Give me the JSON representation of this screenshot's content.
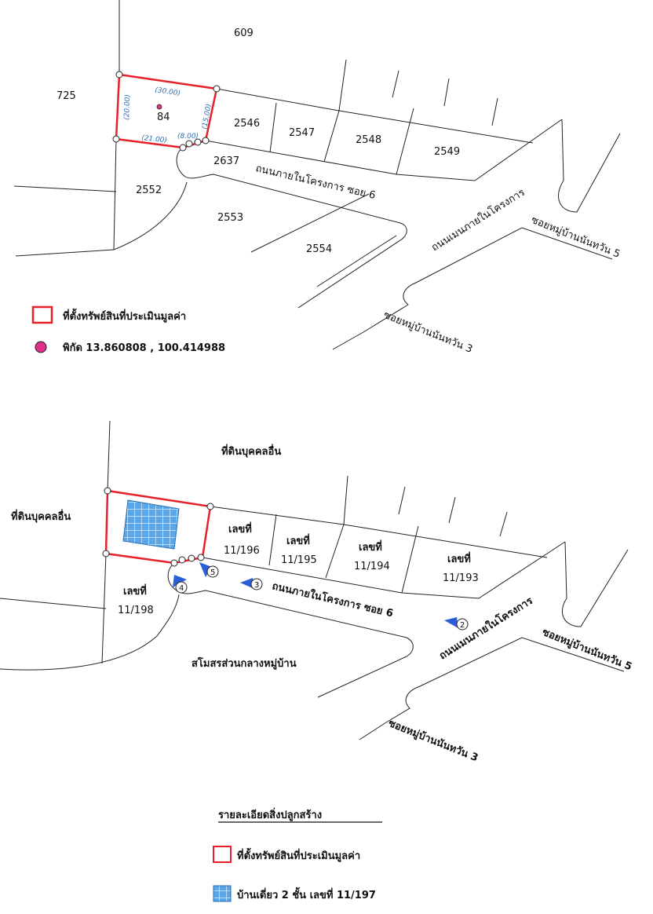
{
  "map1": {
    "parcels": [
      "609",
      "725",
      "84",
      "2546",
      "2547",
      "2548",
      "2549",
      "2637",
      "2552",
      "2553",
      "2554"
    ],
    "dimensions": [
      "(30.00)",
      "(20.00)",
      "(21.00)",
      "(8.00)",
      "(15.00)"
    ],
    "roads": {
      "soi6": "ถนนภายในโครงการ ซอย 6",
      "main": "ถนนเมนภายในโครงการ",
      "soi5": "ซอยหมู่บ้านนันทวัน 5",
      "soi3": "ซอยหมู่บ้านนันทวัน 3"
    },
    "legend": {
      "property": "ที่ตั้งทรัพย์สินที่ประเมินมูลค่า",
      "coordinate": "พิกัด 13.860808 , 100.414988"
    }
  },
  "map2": {
    "labels": {
      "other_land_top": "ที่ดินบุคคลอื่น",
      "other_land_left": "ที่ดินบุคคลอื่น",
      "no_word": "เลขที่",
      "lot_11_196": "11/196",
      "lot_11_195": "11/195",
      "lot_11_194": "11/194",
      "lot_11_193": "11/193",
      "lot_11_198": "11/198",
      "club": "สโมสรส่วนกลางหมู่บ้าน"
    },
    "roads": {
      "soi6": "ถนนภายในโครงการ ซอย 6",
      "main": "ถนนเมนภายในโครงการ",
      "soi5": "ซอยหมู่บ้านนันทวัน 5",
      "soi3": "ซอยหมู่บ้านนันทวัน 3"
    },
    "photo_markers": [
      "2",
      "3",
      "4",
      "5"
    ],
    "legend": {
      "title": "รายละเอียดสิ่งปลูกสร้าง",
      "property": "ที่ตั้งทรัพย์สินที่ประเมินมูลค่า",
      "house": "บ้านเดี่ยว 2 ชั้น เลขที่ 11/197"
    }
  },
  "colors": {
    "boundary": "#e8202a",
    "dimension_text": "#2a6fb5",
    "marker": "#e0318a",
    "building": "#5aa6e6",
    "photo_marker": "#2b5fd9"
  }
}
